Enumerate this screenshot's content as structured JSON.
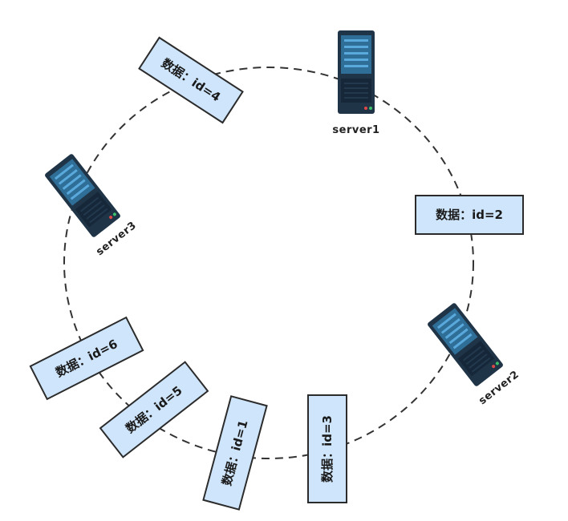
{
  "colors": {
    "ring": "#333333",
    "box_fill": "#cfe5fb",
    "box_stroke": "#2b2b2b",
    "server_body": "#1f3446",
    "server_panel": "#2f6e97",
    "server_accent": "#5aa9dd"
  },
  "servers": [
    {
      "name": "server1",
      "icon": "server-icon"
    },
    {
      "name": "server2",
      "icon": "server-icon"
    },
    {
      "name": "server3",
      "icon": "server-icon"
    }
  ],
  "data_items": [
    {
      "label": "数据：id=4"
    },
    {
      "label": "数据：id=2"
    },
    {
      "label": "数据：id=6"
    },
    {
      "label": "数据：id=5"
    },
    {
      "label": "数据：id=1"
    },
    {
      "label": "数据：id=3"
    }
  ]
}
